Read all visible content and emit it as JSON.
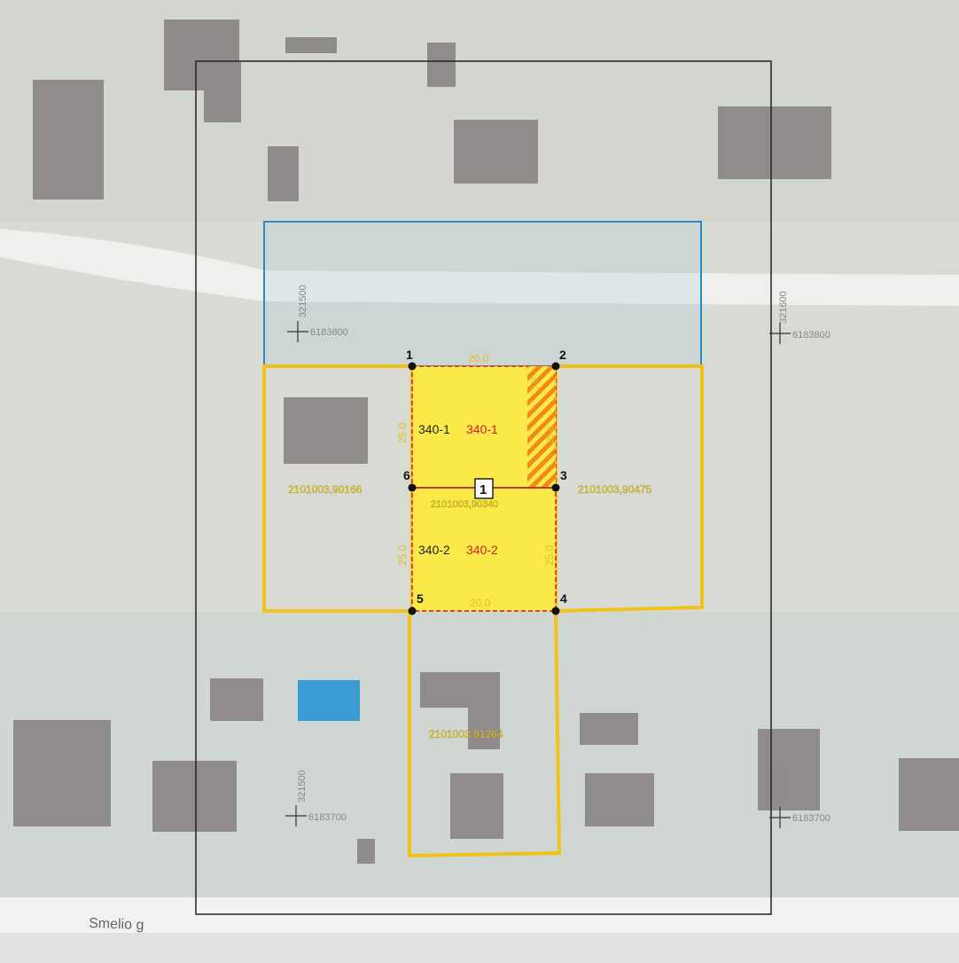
{
  "street": {
    "name": "Smelio g"
  },
  "coordinates": {
    "tl_vertical": "321500",
    "tl_horizontal": "6183800",
    "tr_vertical": "321600",
    "tr_horizontal": "6183800",
    "bl_vertical": "321500",
    "bl_horizontal": "6183700",
    "br_vertical": "321600",
    "br_horizontal": "6183700"
  },
  "parcels": {
    "west": "2101003,90166",
    "east": "2101003,90475",
    "south": "2101003,91264",
    "subject_id_partial": "2101003,90340"
  },
  "subplots": {
    "upper_old": "340-1",
    "upper_new": "340-1",
    "lower_old": "340-2",
    "lower_new": "340-2",
    "marker": "1"
  },
  "points": [
    "1",
    "2",
    "3",
    "4",
    "5",
    "6"
  ],
  "dimensions": {
    "top": "20.0",
    "bottom": "20.0",
    "upper_left": "25.0",
    "lower_left": "25.0",
    "lower_right": "25.0",
    "hatch_width": "5.0",
    "hatch_height": "25.0"
  },
  "colors": {
    "frame": "#222222",
    "parcel_outline": "#f2c21a",
    "subject_fill": "#fbe94a",
    "subject_boundary": "#e0461f",
    "blue_area": "#2b8ac6",
    "pool": "#3b9bd3",
    "label_yellow": "#f7d62a"
  }
}
